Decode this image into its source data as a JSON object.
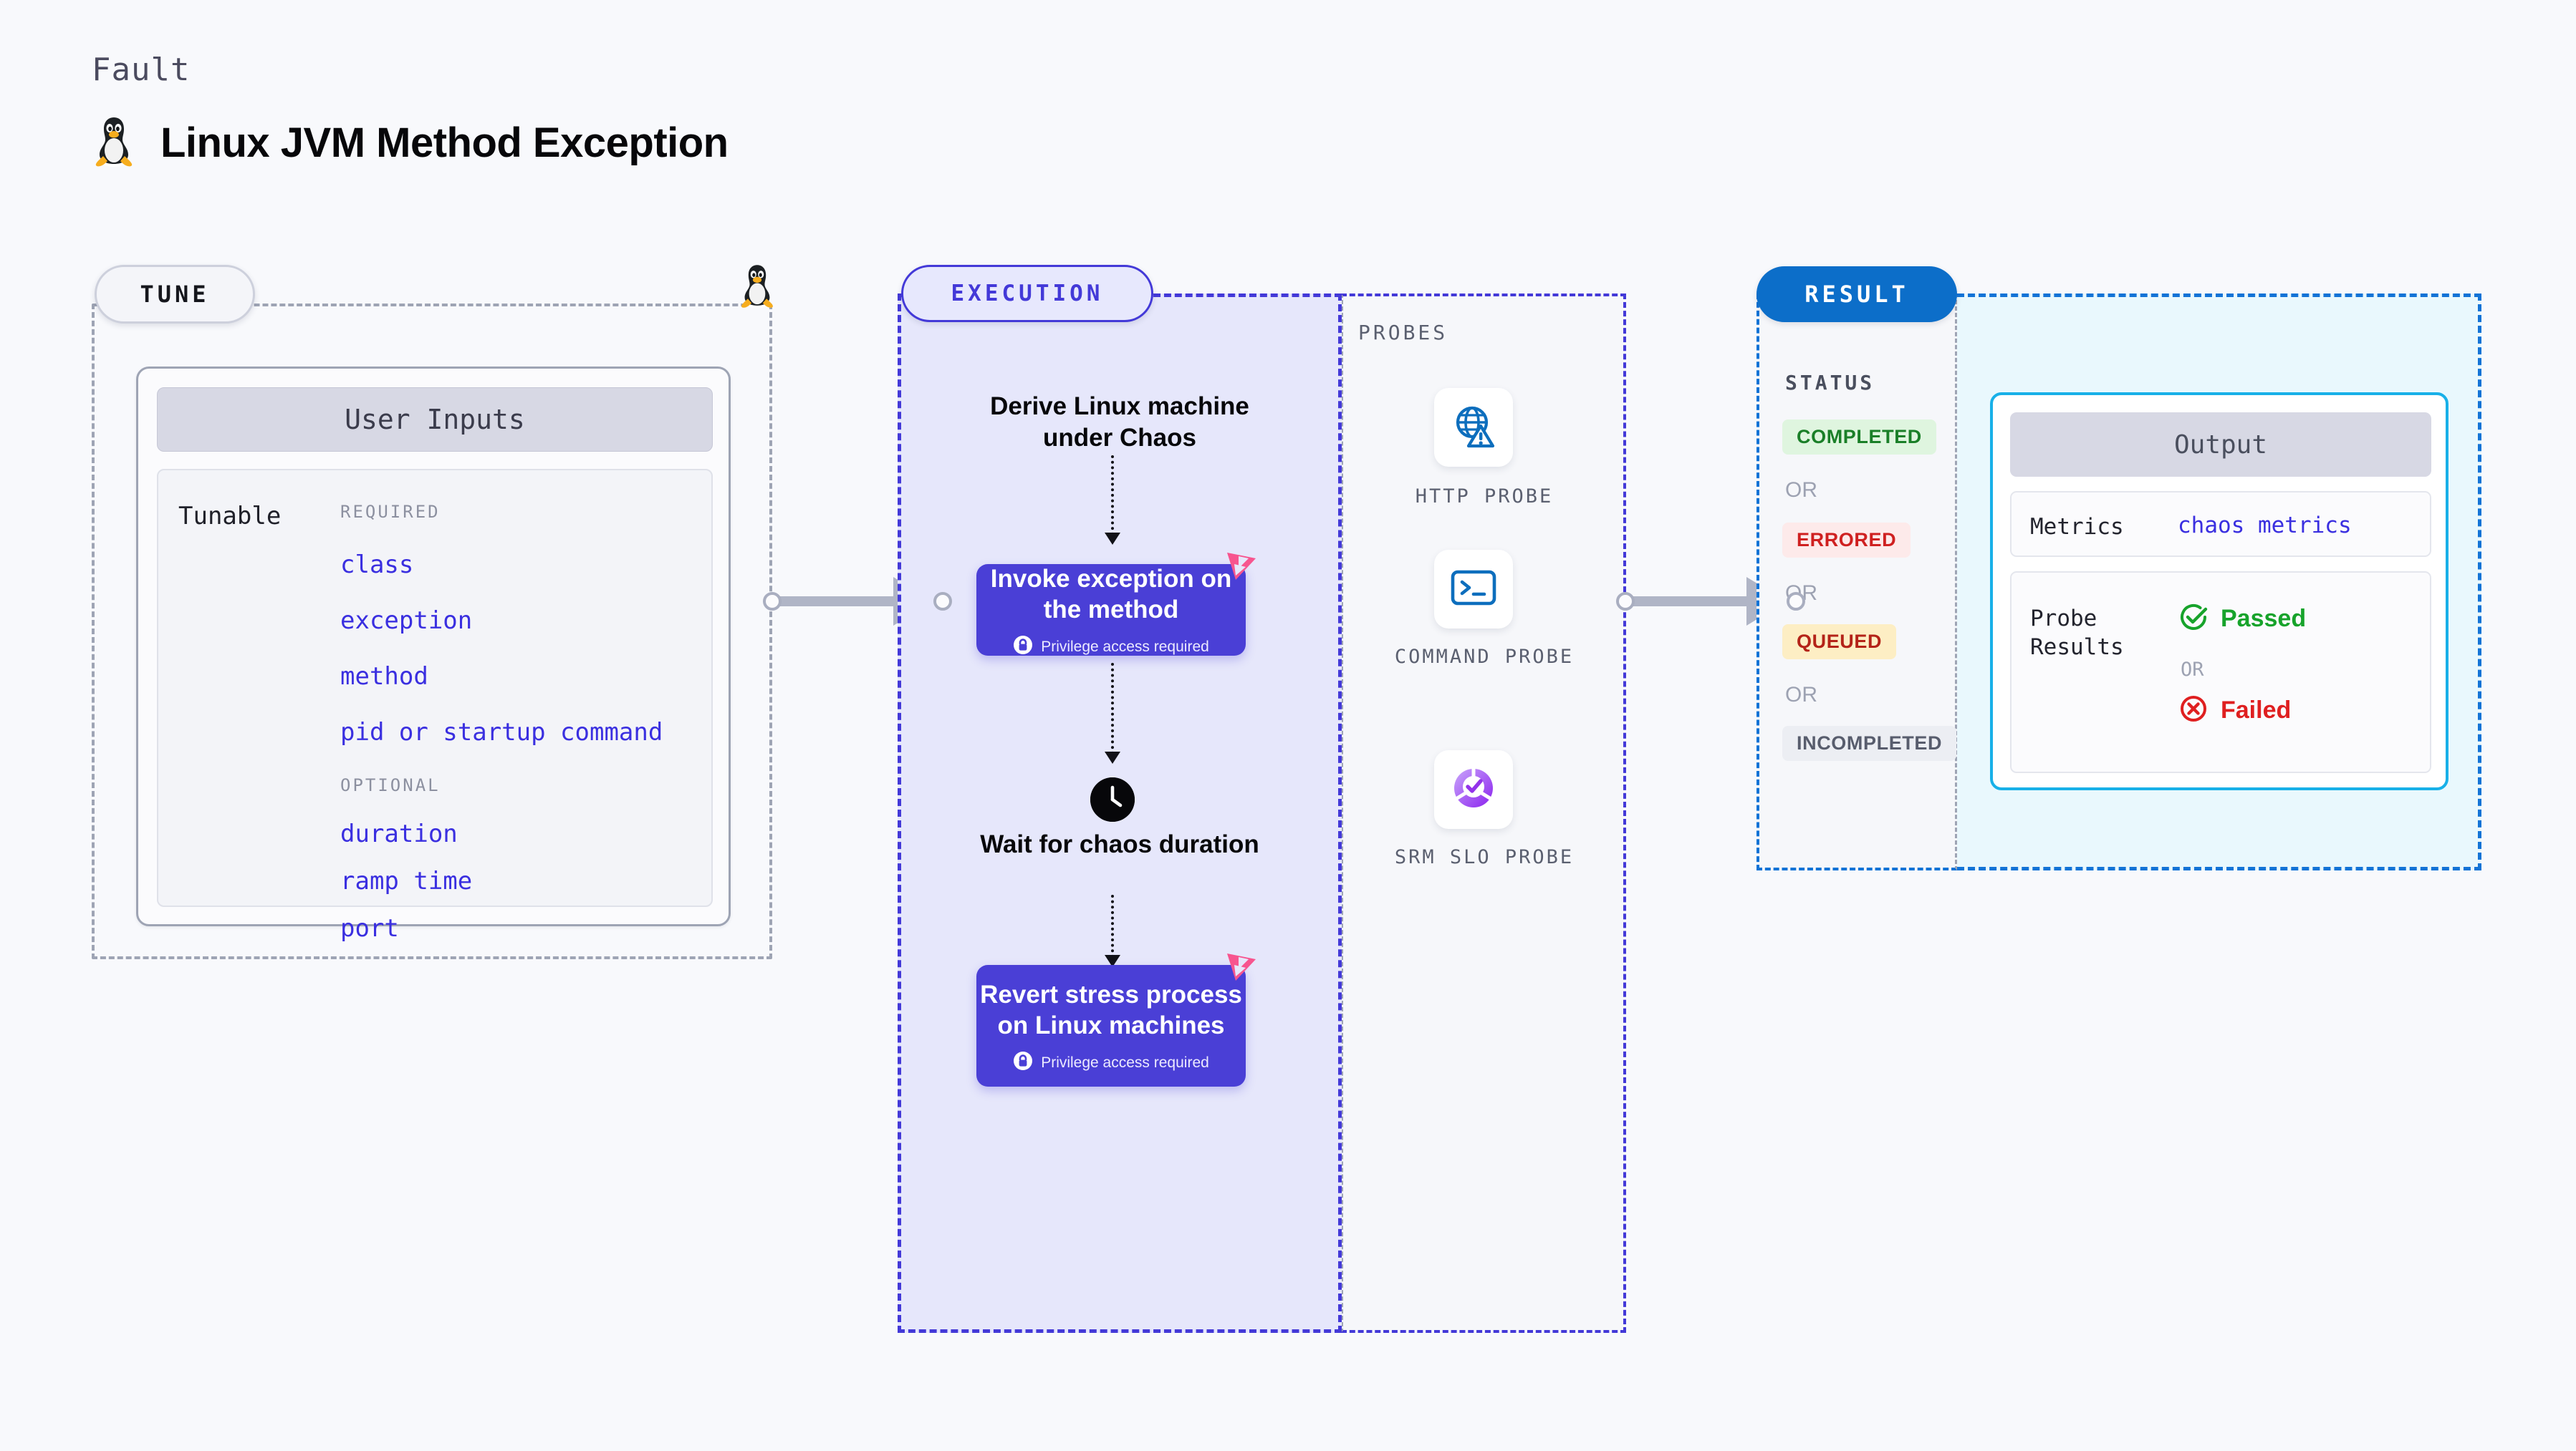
{
  "header": {
    "kicker": "Fault",
    "title": "Linux JVM Method Exception",
    "os_icon": "linux-tux-icon"
  },
  "tune": {
    "badge": "TUNE",
    "os_icon": "linux-tux-icon",
    "card_title": "User Inputs",
    "row_label": "Tunable",
    "groups": [
      {
        "heading": "REQUIRED",
        "params": [
          "class",
          "exception",
          "method",
          "pid or startup command"
        ]
      },
      {
        "heading": "OPTIONAL",
        "params": [
          "duration",
          "ramp time",
          "port"
        ]
      }
    ]
  },
  "execution": {
    "badge": "EXECUTION",
    "steps": [
      {
        "type": "text",
        "label": "Derive Linux machine under Chaos"
      },
      {
        "type": "card",
        "label": "Invoke exception on the method",
        "note": "Privilege access required",
        "note_icon": "lock-icon",
        "corner_icon": "litmus-logo-icon"
      },
      {
        "type": "wait",
        "label": "Wait for chaos duration",
        "icon": "clock-icon"
      },
      {
        "type": "card",
        "label": "Revert stress process on Linux machines",
        "note": "Privilege access required",
        "note_icon": "lock-icon",
        "corner_icon": "litmus-logo-icon"
      }
    ]
  },
  "probes": {
    "title": "PROBES",
    "items": [
      {
        "label": "HTTP PROBE",
        "icon": "globe-warning-icon"
      },
      {
        "label": "COMMAND PROBE",
        "icon": "terminal-icon"
      },
      {
        "label": "SRM SLO PROBE",
        "icon": "slo-donut-check-icon"
      }
    ]
  },
  "result": {
    "badge": "RESULT",
    "status_title": "STATUS",
    "or_label": "OR",
    "statuses": [
      {
        "label": "COMPLETED",
        "fg": "#1a7f28",
        "bg": "#dff5df"
      },
      {
        "label": "ERRORED",
        "fg": "#cf2020",
        "bg": "#fdeaea"
      },
      {
        "label": "QUEUED",
        "fg": "#b42318",
        "bg": "#fdeec4"
      },
      {
        "label": "INCOMPLETED",
        "fg": "#585d6d",
        "bg": "#eceef3"
      }
    ],
    "output": {
      "title": "Output",
      "metrics_key": "Metrics",
      "metrics_value": "chaos metrics",
      "probe_key": "Probe Results",
      "passed_label": "Passed",
      "failed_label": "Failed",
      "or_label": "OR",
      "passed_icon": "check-circle-icon",
      "failed_icon": "x-circle-icon"
    }
  },
  "colors": {
    "background": "#f8f9fc",
    "accent_indigo": "#4a3fd6",
    "accent_blue": "#0c6ec9",
    "accent_cyan": "#18b0e8",
    "litmus_pink": "#f7558f",
    "param_blue": "#3a2fe0"
  }
}
